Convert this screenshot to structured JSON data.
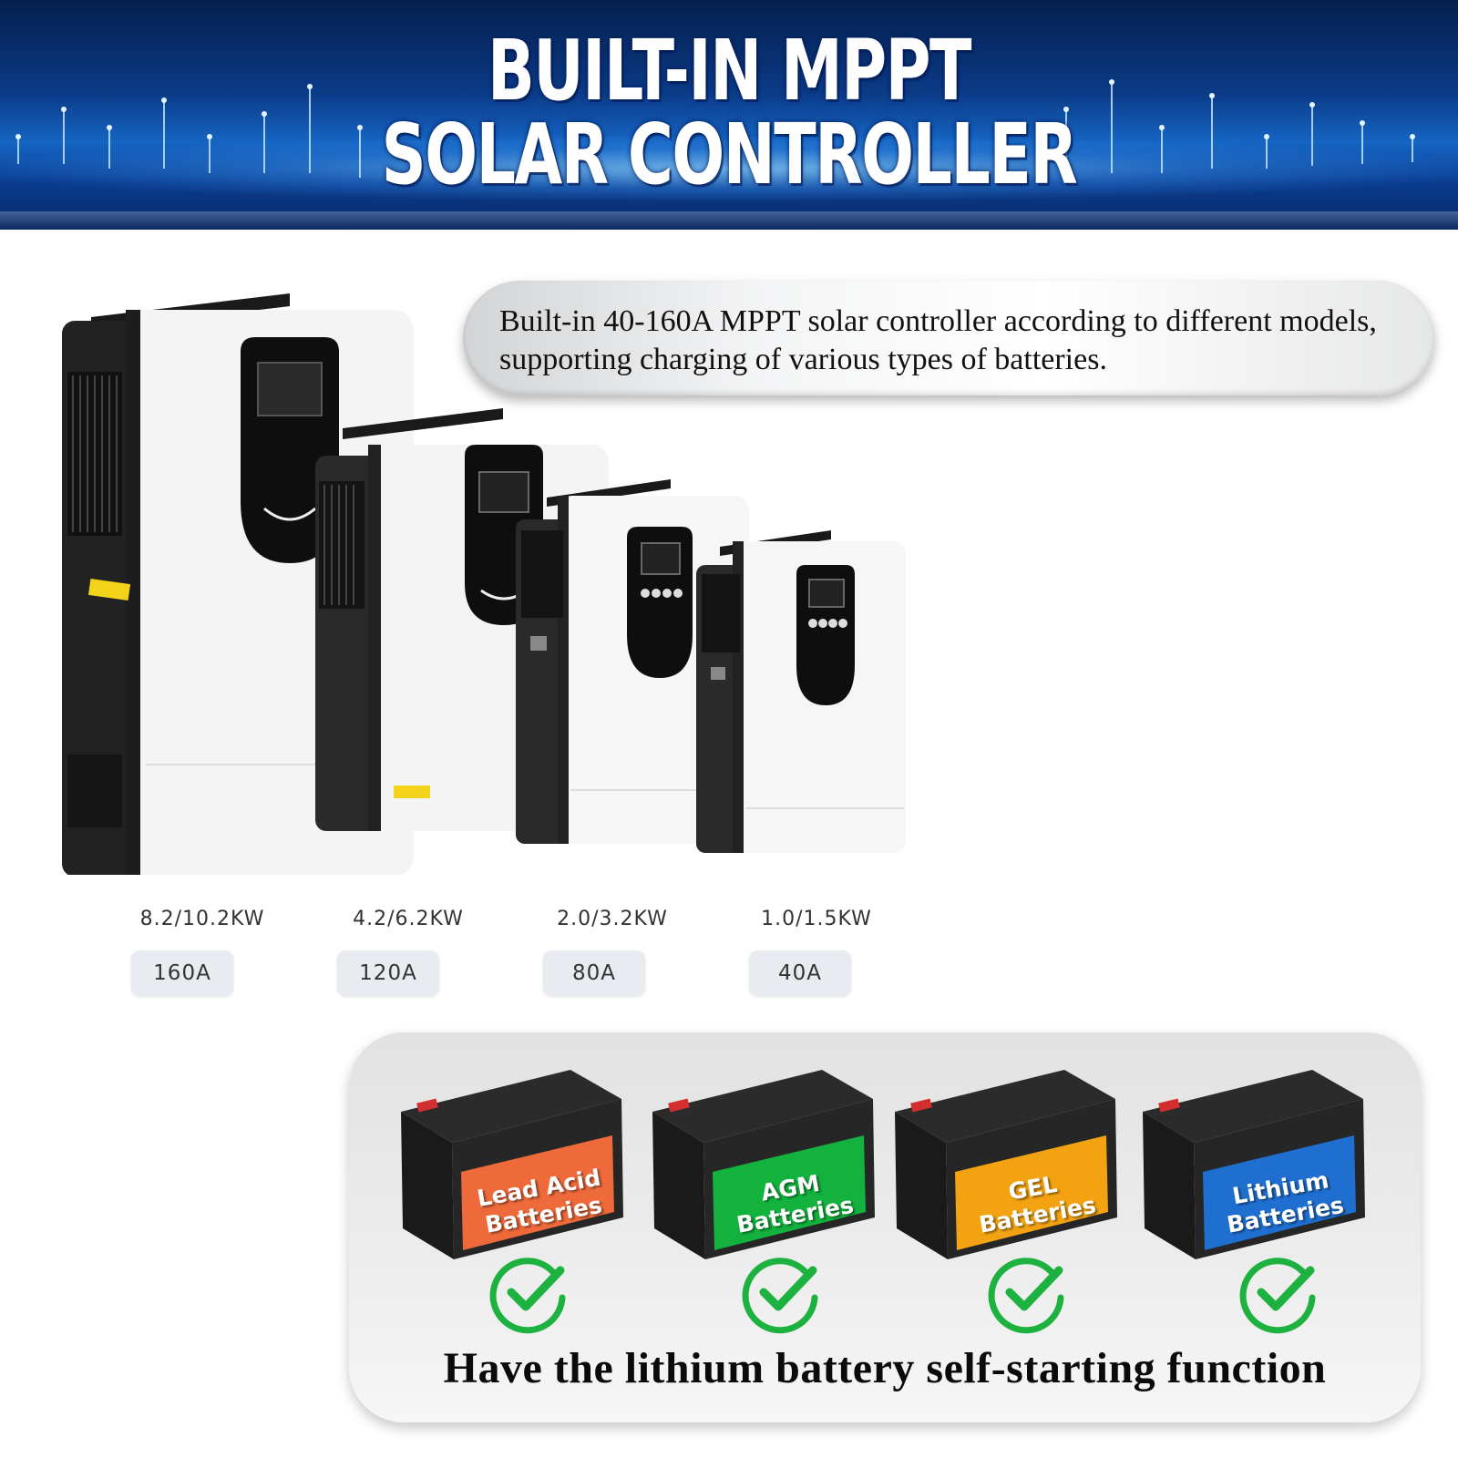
{
  "banner": {
    "line1": "BUILT-IN MPPT",
    "line2": "SOLAR CONTROLLER"
  },
  "description": "Built-in 40-160A MPPT solar controller according to different models, supporting charging of various types of batteries.",
  "models": [
    {
      "power": "8.2/10.2KW",
      "current": "160A"
    },
    {
      "power": "4.2/6.2KW",
      "current": "120A"
    },
    {
      "power": "2.0/3.2KW",
      "current": "80A"
    },
    {
      "power": "1.0/1.5KW",
      "current": "40A"
    }
  ],
  "batteries": [
    {
      "line1": "Lead Acid",
      "line2": "Batteries",
      "color": "#ef6a3a"
    },
    {
      "line1": "AGM",
      "line2": "Batteries",
      "color": "#13b23e"
    },
    {
      "line1": "GEL",
      "line2": "Batteries",
      "color": "#f3a312"
    },
    {
      "line1": "Lithium",
      "line2": "Batteries",
      "color": "#1f6fd1"
    }
  ],
  "check_icon": "green-check-circle-icon",
  "footer": "Have the lithium battery self-starting function",
  "colors": {
    "banner": "#0b3a86",
    "check": "#1db23f"
  }
}
